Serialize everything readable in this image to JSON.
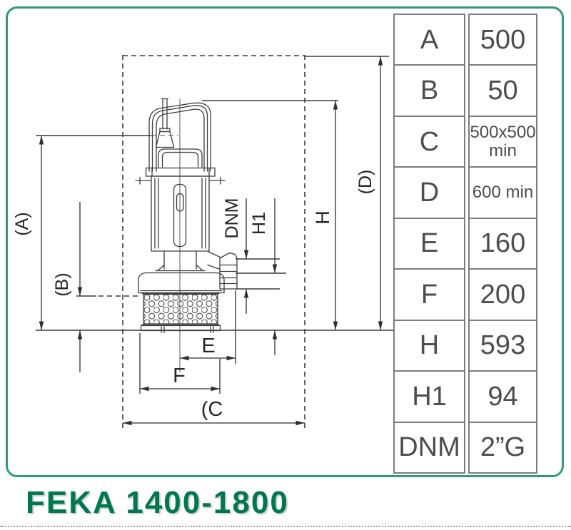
{
  "frame": {
    "border_color": "#2f9c77",
    "title_color": "#00784f"
  },
  "title": "FEKA 1400-1800",
  "diagram": {
    "dimension_labels": {
      "a": "(A)",
      "b": "(B)",
      "c": "(C",
      "d": "(D)",
      "h": "H",
      "h1": "H1",
      "e": "E",
      "f": "F",
      "dnm": "DNM"
    }
  },
  "table": {
    "rows": [
      {
        "label": "A",
        "value": "500"
      },
      {
        "label": "B",
        "value": "50"
      },
      {
        "label": "C",
        "value": "500x500",
        "value2": "min"
      },
      {
        "label": "D",
        "value": "600 min"
      },
      {
        "label": "E",
        "value": "160"
      },
      {
        "label": "F",
        "value": "200"
      },
      {
        "label": "H",
        "value": "593"
      },
      {
        "label": "H1",
        "value": "94"
      },
      {
        "label": "DNM",
        "value": "2”G"
      }
    ]
  }
}
